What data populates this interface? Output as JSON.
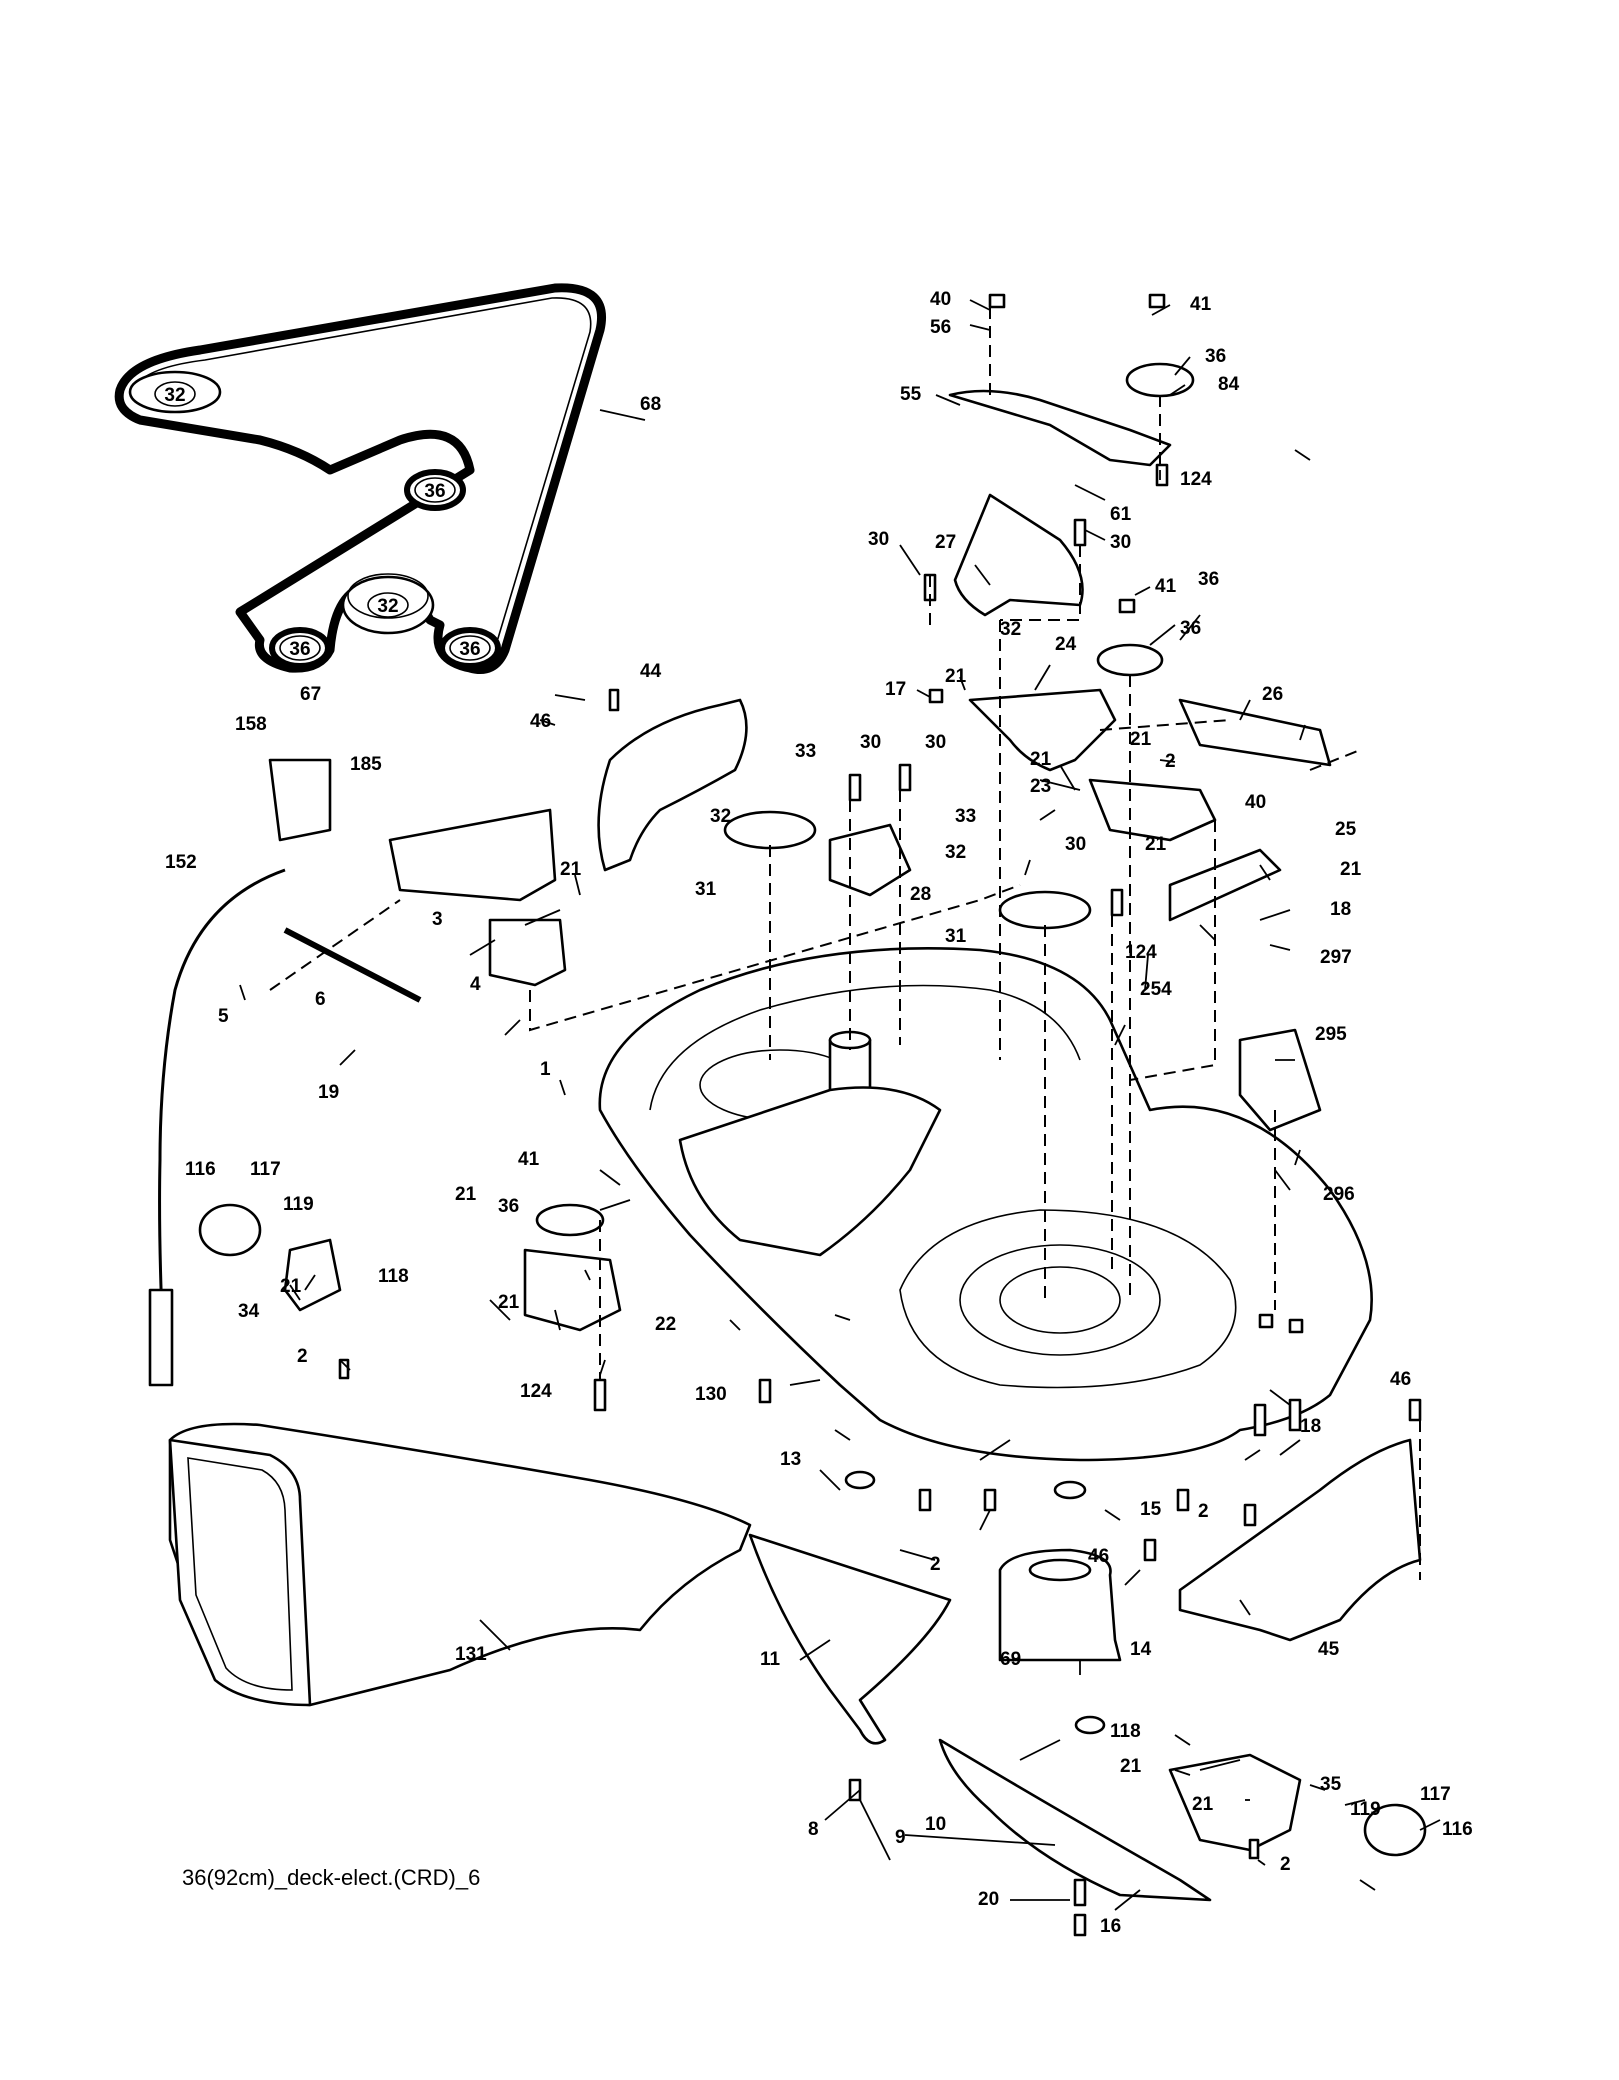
{
  "caption": "36(92cm)_deck-elect.(CRD)_6",
  "pulley_markers": [
    "32",
    "36",
    "32",
    "36",
    "36"
  ],
  "callouts": [
    "40",
    "41",
    "56",
    "36",
    "84",
    "55",
    "124",
    "61",
    "30",
    "27",
    "30",
    "41",
    "36",
    "17",
    "21",
    "24",
    "26",
    "30",
    "30",
    "44",
    "46",
    "33",
    "2",
    "23",
    "21",
    "40",
    "67",
    "158",
    "185",
    "32",
    "31",
    "28",
    "33",
    "32",
    "30",
    "21",
    "25",
    "21",
    "152",
    "3",
    "21",
    "18",
    "124",
    "31",
    "5",
    "6",
    "4",
    "297",
    "254",
    "19",
    "1",
    "295",
    "116",
    "117",
    "41",
    "119",
    "36",
    "296",
    "118",
    "21",
    "21",
    "22",
    "34",
    "2",
    "124",
    "130",
    "46",
    "13",
    "18",
    "15",
    "2",
    "2",
    "46",
    "131",
    "14",
    "45",
    "11",
    "69",
    "118",
    "21",
    "35",
    "21",
    "119",
    "117",
    "8",
    "10",
    "9",
    "116",
    "2",
    "20",
    "16",
    "68",
    "36",
    "32",
    "21",
    "21"
  ]
}
